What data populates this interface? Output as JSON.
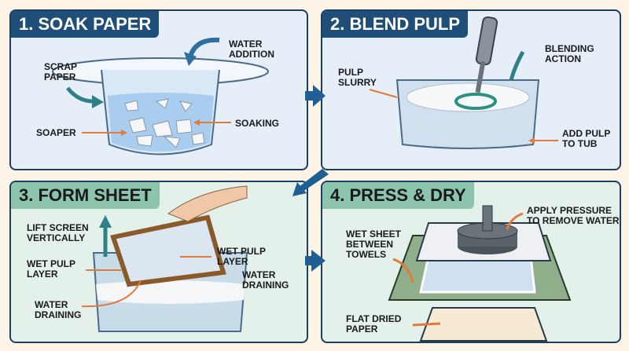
{
  "panels": [
    {
      "title": "1. SOAK PAPER",
      "labels": {
        "water_addition": "WATER\nADDITION",
        "scrap_paper": "SCRAP\nPAPER",
        "soaper": "SOAPER",
        "soaking": "SOAKING"
      }
    },
    {
      "title": "2. BLEND PULP",
      "labels": {
        "pulp_slurry": "PULP\nSLURRY",
        "blending_action": "BLENDING\nACTION",
        "add_pulp": "ADD PULP\nTO TUB"
      }
    },
    {
      "title": "3. FORM SHEET",
      "labels": {
        "lift_screen": "LIFT SCREEN\nVERTICALLY",
        "wet_pulp_right": "WET PULP\nLAYER",
        "wet_pulp_left": "WET PULP\nLAYER",
        "water_draining_right": "WATER\nDRAINING",
        "water_draining_left": "WATER\nDRAINING"
      }
    },
    {
      "title": "4. PRESS & DRY",
      "labels": {
        "apply_pressure": "APPLY PRESSURE\nTO REMOVE WATER",
        "wet_sheet": "WET SHEET\nBETWEEN\nTOWELS",
        "flat_dried": "FLAT DRIED\nPAPER"
      }
    }
  ],
  "colors": {
    "blue_header": "#1f4e79",
    "green_header": "#8cc4ae",
    "flow_arrow": "#1f5f94",
    "callout_orange": "#e07b3c",
    "callout_teal": "#2f7f86"
  }
}
